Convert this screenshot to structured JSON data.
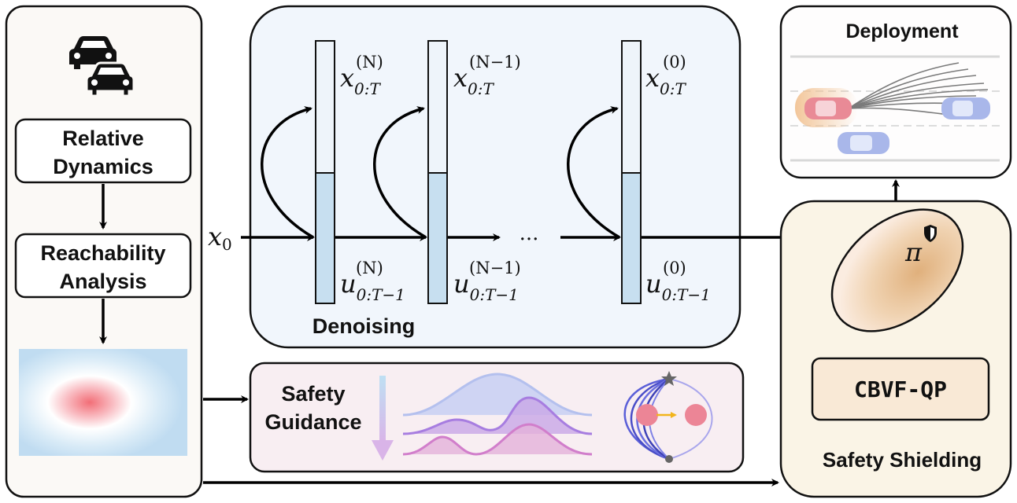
{
  "left_panel": {
    "block_relative": [
      "Relative",
      "Dynamics"
    ],
    "block_reachability": [
      "Reachability",
      "Analysis"
    ],
    "icon": "cars-icon"
  },
  "denoising": {
    "title": "Denoising",
    "input_label": "x",
    "input_sub": "0",
    "ellipsis": "...",
    "columns": [
      {
        "x_base": "x",
        "x_sub": "0:T",
        "x_sup": "(N)",
        "u_base": "u",
        "u_sub": "0:T−1",
        "u_sup": "(N)"
      },
      {
        "x_base": "x",
        "x_sub": "0:T",
        "x_sup": "(N−1)",
        "u_base": "u",
        "u_sub": "0:T−1",
        "u_sup": "(N−1)"
      },
      {
        "x_base": "x",
        "x_sub": "0:T",
        "x_sup": "(0)",
        "u_base": "u",
        "u_sub": "0:T−1",
        "u_sup": "(0)"
      }
    ]
  },
  "safety_guidance": {
    "label": [
      "Safety",
      "Guidance"
    ]
  },
  "deployment": {
    "title": "Deployment"
  },
  "shielding": {
    "policy_label": "π",
    "qp_label": "CBVF-QP",
    "title": "Safety Shielding",
    "icon": "shield-icon"
  },
  "colors": {
    "panel_bg": "#fbf9f6",
    "denoise_bg": "#f1f6fc",
    "guidance_bg": "#f8eef2",
    "shield_bg": "#faf4e6",
    "column_top": "#eef4fa",
    "column_bottom": "#c7dff0",
    "policy": "#e9c49a",
    "ego_car": "#e98a96",
    "other_car": "#a9b7ea"
  }
}
